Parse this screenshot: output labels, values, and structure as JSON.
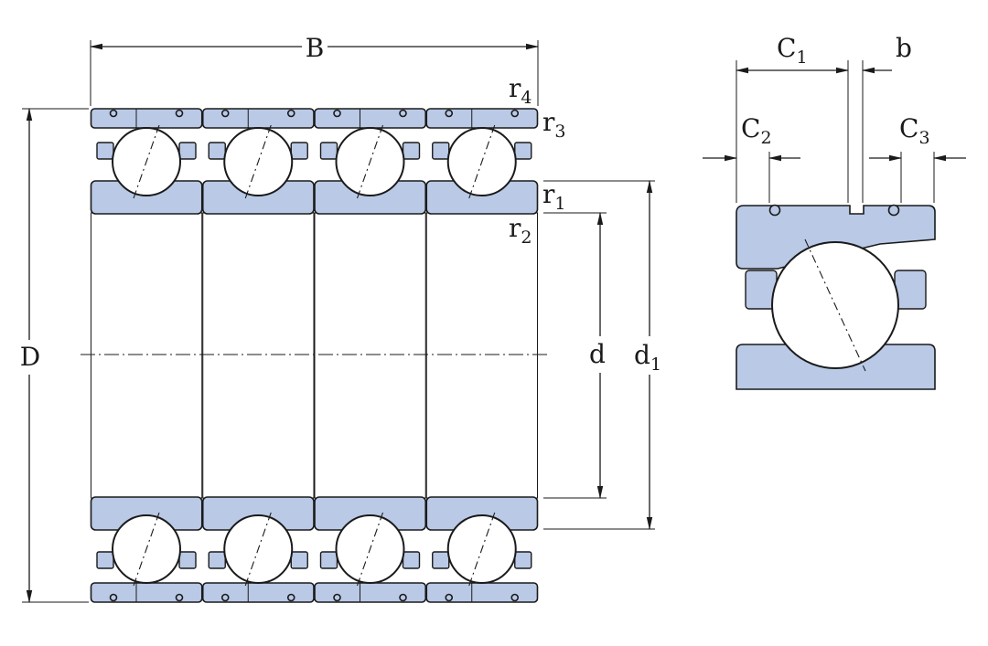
{
  "labels": {
    "B": "B",
    "D": "D",
    "d": "d",
    "d1": {
      "main": "d",
      "sub": "1"
    },
    "r1": {
      "main": "r",
      "sub": "1"
    },
    "r2": {
      "main": "r",
      "sub": "2"
    },
    "r3": {
      "main": "r",
      "sub": "3"
    },
    "r4": {
      "main": "r",
      "sub": "4"
    },
    "C1": {
      "main": "C",
      "sub": "1"
    },
    "C2": {
      "main": "C",
      "sub": "2"
    },
    "C3": {
      "main": "C",
      "sub": "3"
    },
    "b": "b"
  },
  "colors": {
    "ring_fill": "#b9c9e6",
    "line": "#1a1a1a",
    "ball_fill": "#ffffff"
  },
  "bearing_count": 4
}
